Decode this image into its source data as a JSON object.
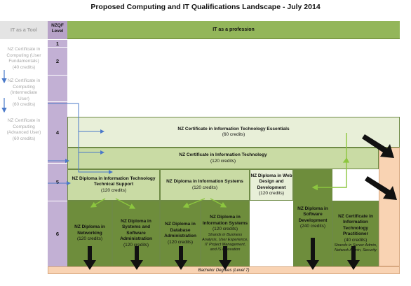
{
  "title": "Proposed Computing and IT Qualifications Landscape - July 2014",
  "header": {
    "it_as_tool": "IT as a Tool",
    "nzqf_level": "NZQF Level",
    "it_as_profession": "IT as a profession"
  },
  "levels": [
    "1",
    "2",
    "4",
    "5",
    "6"
  ],
  "tool_certs": [
    {
      "lines": [
        "NZ Certificate in",
        "Computing (User",
        "Fundamentals)",
        "(40 credits)"
      ]
    },
    {
      "lines": [
        "NZ Certificate in",
        "Computing",
        "(Intermediate",
        "User)",
        "(60 credits)"
      ]
    },
    {
      "lines": [
        "NZ Certificate in",
        "Computing",
        "(Advanced User)",
        "(60 credits)"
      ]
    }
  ],
  "quals": {
    "it_essentials": {
      "name": "NZ Certificate in Information Technology Essentials",
      "credits": "(60 credits)"
    },
    "it_cert": {
      "name": "NZ Certificate in Information Technology",
      "credits": "(120 credits)"
    },
    "dip_tech_support": {
      "name": "NZ Diploma in Information Technology Technical Support",
      "credits": "(120 credits)"
    },
    "dip_info_systems5": {
      "name": "NZ Diploma in Information Systems",
      "credits": "(120 credits)"
    },
    "dip_web": {
      "name": "NZ Diploma in Web Design and Development",
      "credits": "(120 credits)"
    },
    "dip_networking": {
      "name": "NZ Diploma in Networking",
      "credits": "(120 credits)"
    },
    "dip_sys_admin": {
      "name": "NZ Diploma in Systems and Software Administration",
      "credits": "(120 credits)"
    },
    "dip_db_admin": {
      "name": "NZ Diploma in Database Administration",
      "credits": "(120 credits)"
    },
    "dip_info_systems6": {
      "name": "NZ Diploma in Information Systems",
      "credits": "(120 credits)",
      "strands": "Strands in Business Analysis, User Experience, IT Project Management, and IS Innovation"
    },
    "dip_software_dev": {
      "name": "NZ Diploma in Software Development",
      "credits": "(240 credits)"
    },
    "cert_it_practitioner": {
      "name": "NZ Certificate in Information Technology Practitioner",
      "credits": "(40 credits)",
      "strands": "Strands in Server Admin, Network Admin, Security"
    }
  },
  "bachelor": "Bachelor Degrees (Level 7)",
  "colors": {
    "header_green": "#93b65a",
    "level_purple": "#c2b0d4",
    "light_green": "#e8efd8",
    "mid_green": "#c9dba4",
    "dark_green": "#6e8d3c",
    "peach": "#f9d3b3",
    "arrow_blue": "#4a79c9",
    "arrow_green": "#8cc63f"
  }
}
